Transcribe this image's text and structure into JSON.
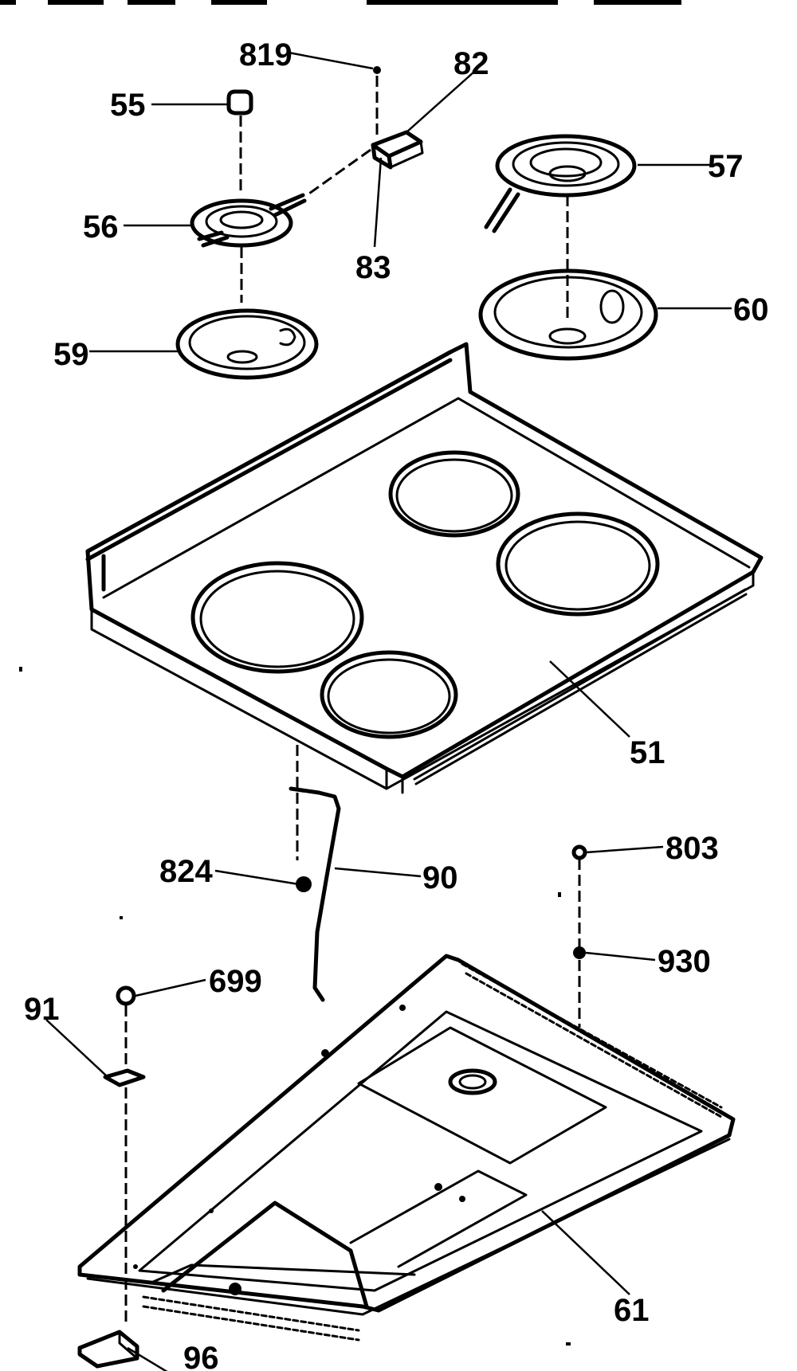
{
  "callouts": {
    "c819": "819",
    "c82": "82",
    "c55": "55",
    "c57": "57",
    "c56": "56",
    "c83": "83",
    "c60": "60",
    "c59": "59",
    "c51": "51",
    "c803": "803",
    "c824": "824",
    "c90": "90",
    "c930": "930",
    "c91": "91",
    "c699": "699",
    "c61": "61",
    "c96": "96"
  }
}
